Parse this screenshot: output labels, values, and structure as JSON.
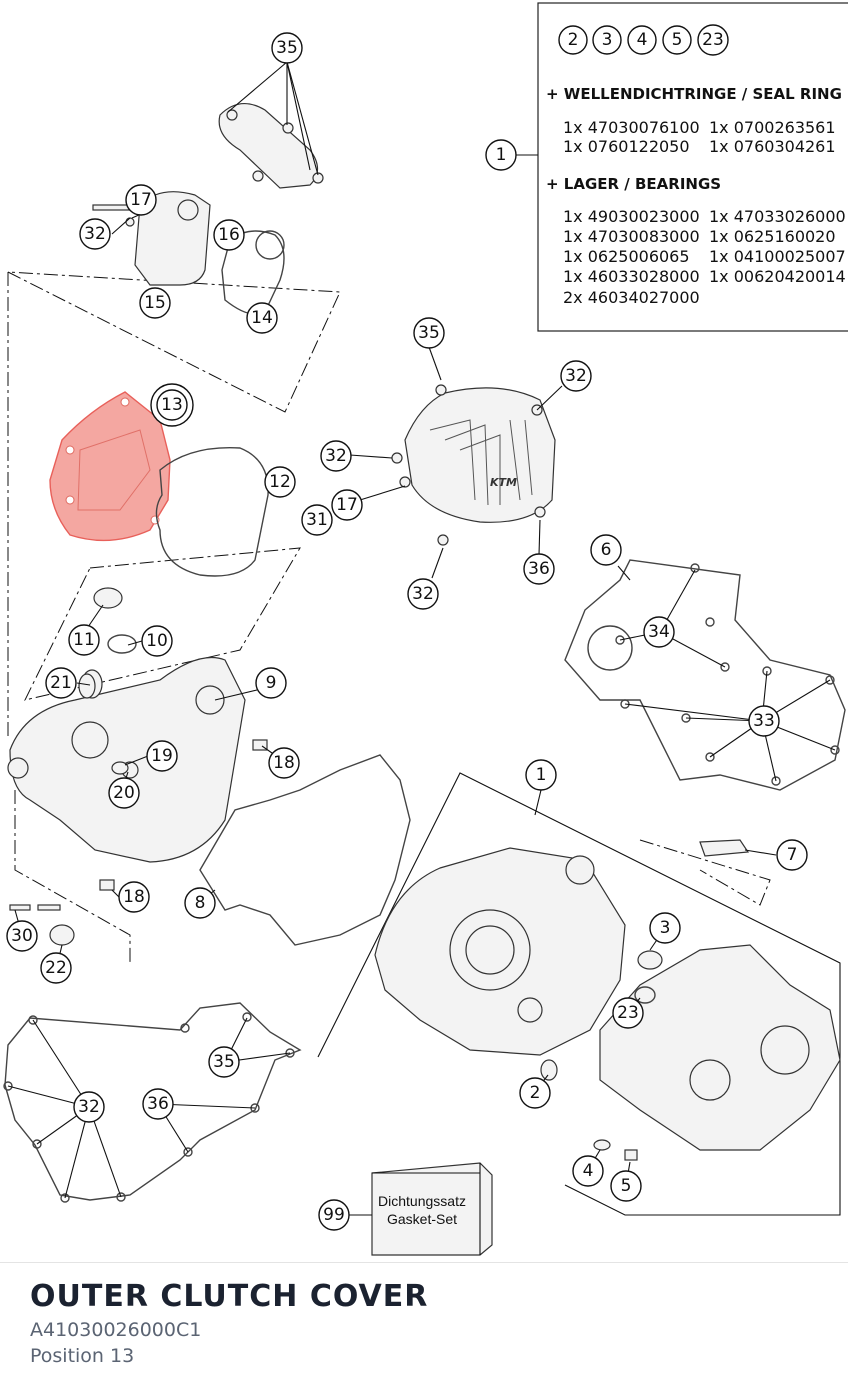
{
  "legend": {
    "callouts": [
      "2",
      "3",
      "4",
      "5",
      "23"
    ],
    "section1_title": "+ WELLENDICHTRINGE / SEAL RING",
    "section1_lines": [
      [
        "1x 47030076100",
        "1x 0700263561"
      ],
      [
        "1x 0760122050",
        "1x 0760304261"
      ]
    ],
    "section2_title": "+ LAGER / BEARINGS",
    "section2_lines": [
      [
        "1x 49030023000",
        "1x 47033026000"
      ],
      [
        "1x 47030083000",
        "1x 0625160020"
      ],
      [
        "1x 0625006065",
        "1x 04100025007"
      ],
      [
        "1x 46033028000",
        "1x 00620420014"
      ],
      [
        "2x 46034027000",
        ""
      ]
    ],
    "ref": "1"
  },
  "gasket_set": {
    "line1": "Dichtungssatz",
    "line2": "Gasket-Set",
    "ref": "99"
  },
  "callouts": [
    {
      "label": "35",
      "highlight": false
    },
    {
      "label": "17",
      "highlight": false
    },
    {
      "label": "32",
      "highlight": false
    },
    {
      "label": "16",
      "highlight": false
    },
    {
      "label": "15",
      "highlight": false
    },
    {
      "label": "14",
      "highlight": false
    },
    {
      "label": "13",
      "highlight": true
    },
    {
      "label": "12",
      "highlight": false
    },
    {
      "label": "35",
      "highlight": false
    },
    {
      "label": "32",
      "highlight": false
    },
    {
      "label": "32",
      "highlight": false
    },
    {
      "label": "17",
      "highlight": false
    },
    {
      "label": "31",
      "highlight": false
    },
    {
      "label": "36",
      "highlight": false
    },
    {
      "label": "32",
      "highlight": false
    },
    {
      "label": "6",
      "highlight": false
    },
    {
      "label": "34",
      "highlight": false
    },
    {
      "label": "33",
      "highlight": false
    },
    {
      "label": "11",
      "highlight": false
    },
    {
      "label": "10",
      "highlight": false
    },
    {
      "label": "21",
      "highlight": false
    },
    {
      "label": "9",
      "highlight": false
    },
    {
      "label": "19",
      "highlight": false
    },
    {
      "label": "20",
      "highlight": false
    },
    {
      "label": "18",
      "highlight": false
    },
    {
      "label": "18",
      "highlight": false
    },
    {
      "label": "1",
      "highlight": false
    },
    {
      "label": "7",
      "highlight": false
    },
    {
      "label": "8",
      "highlight": false
    },
    {
      "label": "30",
      "highlight": false
    },
    {
      "label": "22",
      "highlight": false
    },
    {
      "label": "3",
      "highlight": false
    },
    {
      "label": "23",
      "highlight": false
    },
    {
      "label": "35",
      "highlight": false
    },
    {
      "label": "32",
      "highlight": false
    },
    {
      "label": "36",
      "highlight": false
    },
    {
      "label": "2",
      "highlight": false
    },
    {
      "label": "4",
      "highlight": false
    },
    {
      "label": "5",
      "highlight": false
    }
  ],
  "cover_brand": "KTM",
  "highlight_color": "#e8605a",
  "footer": {
    "title": "OUTER CLUTCH COVER",
    "part_number": "A41030026000C1",
    "position": "Position 13"
  }
}
